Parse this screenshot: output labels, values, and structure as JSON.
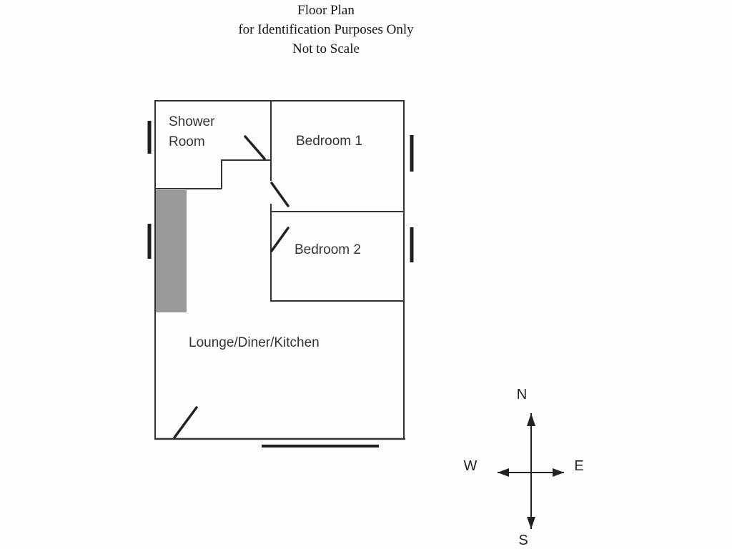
{
  "title": {
    "line1": "Floor Plan",
    "line2": "for Identification Purposes Only",
    "line3": "Not to Scale"
  },
  "floor_plan": {
    "rooms": [
      {
        "name": "Shower Room",
        "label": "Shower\nRoom"
      },
      {
        "name": "Bedroom 1",
        "label": "Bedroom 1"
      },
      {
        "name": "Bedroom 2",
        "label": "Bedroom 2"
      },
      {
        "name": "Lounge/Diner/Kitchen",
        "label": "Lounge/Diner/Kitchen"
      }
    ],
    "features": {
      "gray_block": "shaded wall/stair block on west side of hallway",
      "doors": [
        "shower-room-door",
        "bedroom-1-door",
        "bedroom-2-door",
        "lounge-entrance-door"
      ],
      "windows": [
        "west-shower-window",
        "west-hall-window",
        "east-bedroom-1-window",
        "east-bedroom-2-window",
        "south-lounge-window"
      ]
    }
  },
  "compass": {
    "north": "N",
    "south": "S",
    "west": "W",
    "east": "E"
  },
  "colors": {
    "background": "#fefefe",
    "wall": "#333333",
    "window": "#1d1d1d",
    "door": "#222222",
    "gray_block": "#999999",
    "text": "#333333",
    "title_text": "#141414"
  }
}
